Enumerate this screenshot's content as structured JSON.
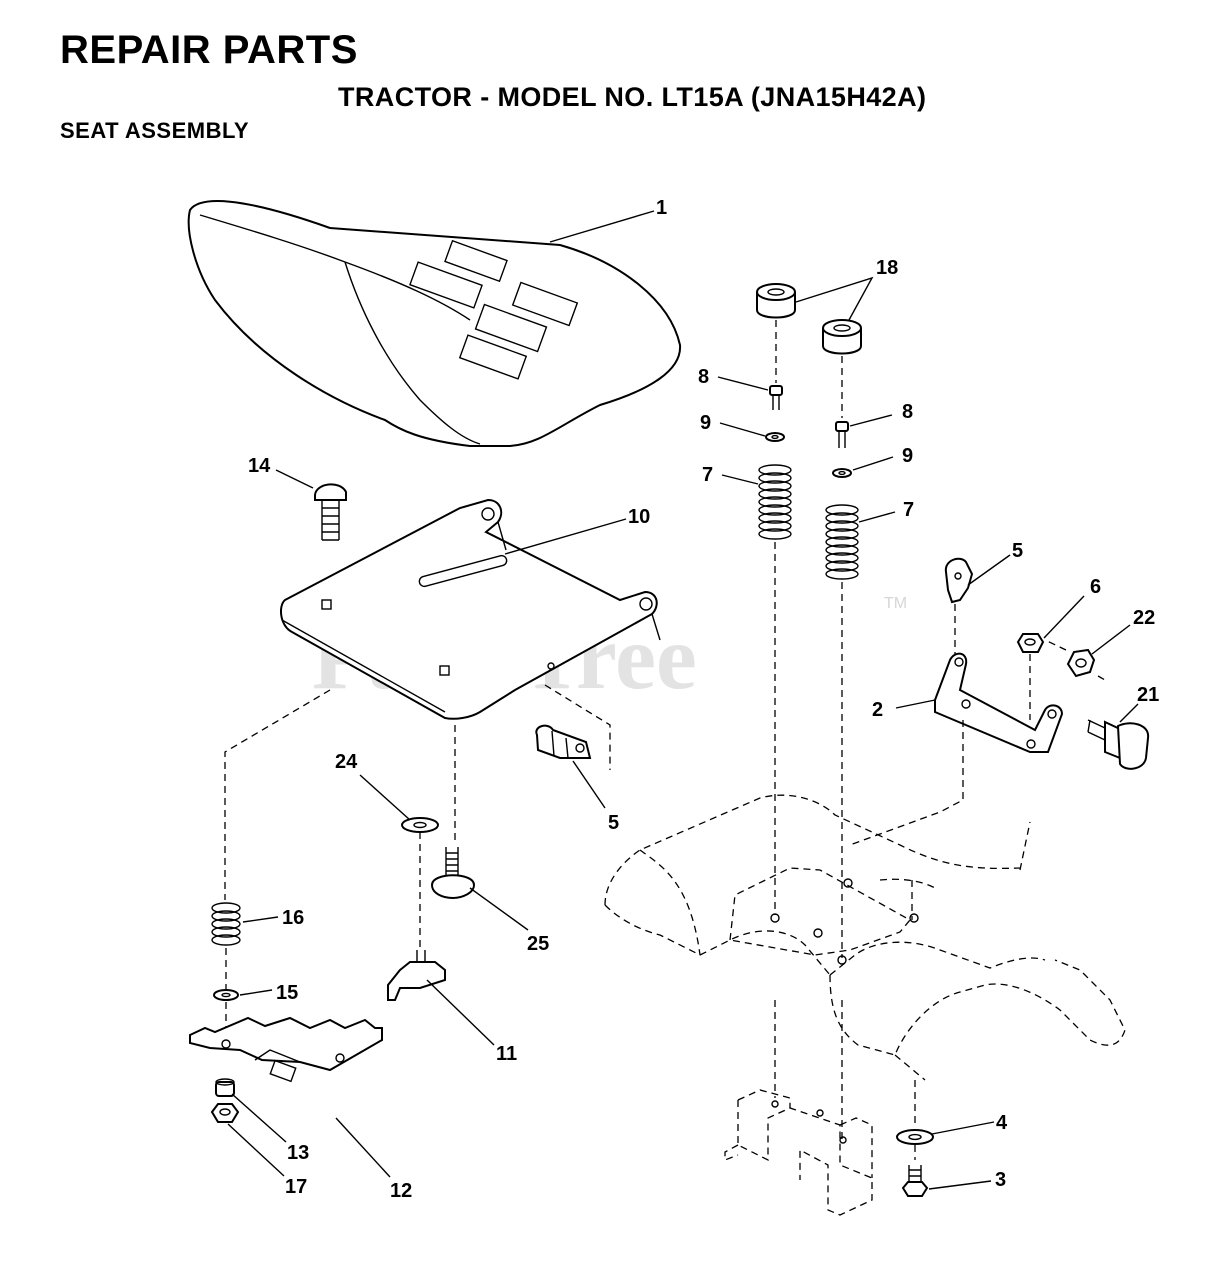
{
  "header": {
    "title": "REPAIR PARTS",
    "subtitle": "TRACTOR - MODEL NO. LT15A (JNA15H42A)",
    "section": "SEAT ASSEMBLY"
  },
  "watermark": {
    "text": "PartsTree",
    "tm": "TM"
  },
  "labels": {
    "l1": "1",
    "l18": "18",
    "l8a": "8",
    "l8b": "8",
    "l9a": "9",
    "l9b": "9",
    "l7a": "7",
    "l7b": "7",
    "l14": "14",
    "l10": "10",
    "l5a": "5",
    "l5b": "5",
    "l6": "6",
    "l22": "22",
    "l2": "2",
    "l21": "21",
    "l24": "24",
    "l25": "25",
    "l16": "16",
    "l15": "15",
    "l11": "11",
    "l13": "13",
    "l17": "17",
    "l12": "12",
    "l4": "4",
    "l3": "3"
  }
}
